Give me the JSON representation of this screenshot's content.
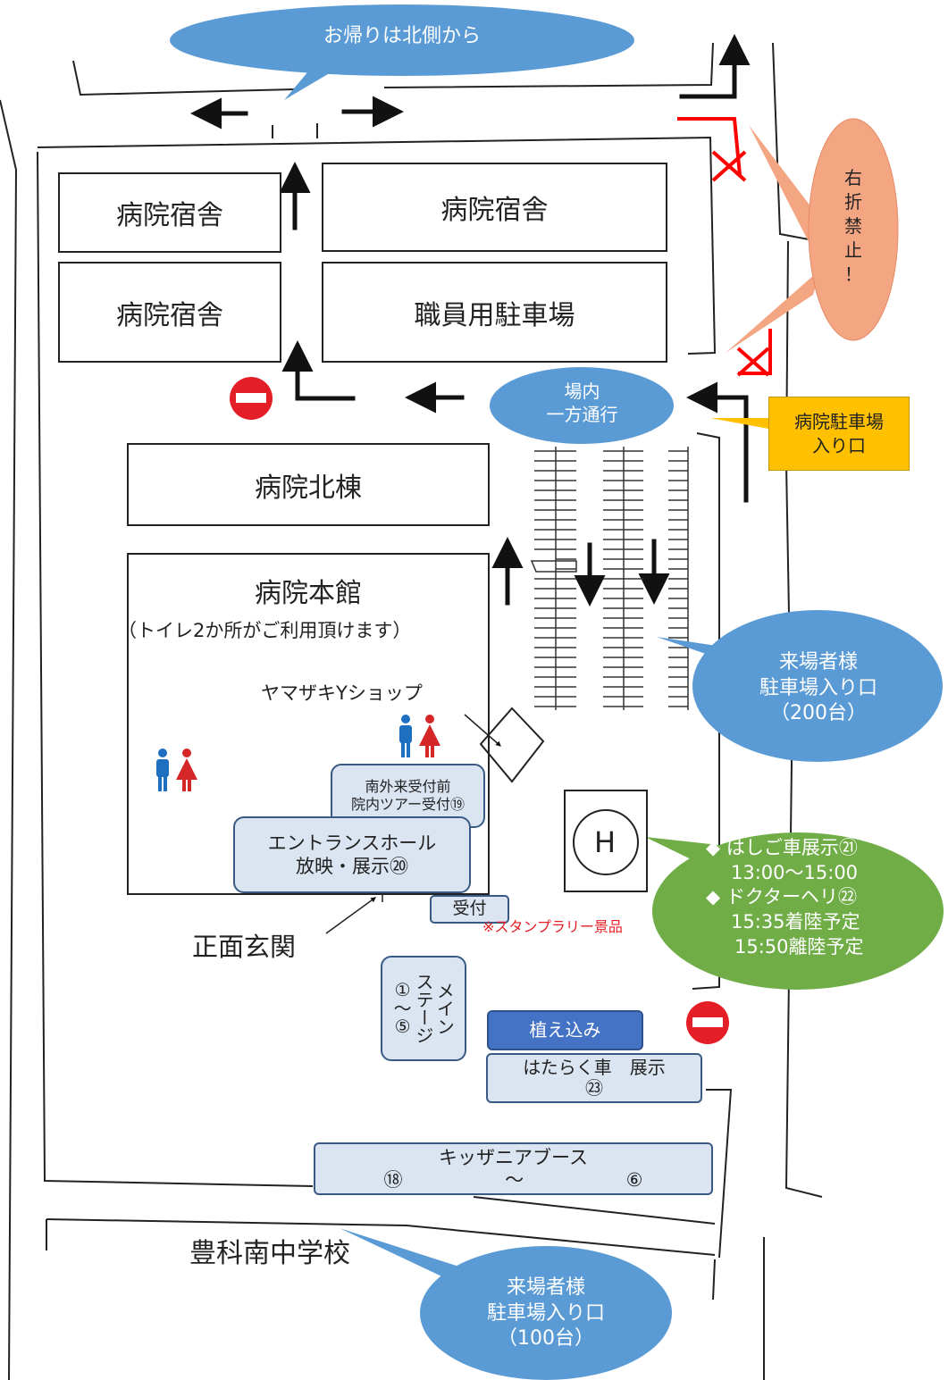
{
  "callouts": {
    "exit_north": "お帰りは北側から",
    "no_right_turn": [
      "右",
      "折",
      "禁",
      "止",
      "！"
    ],
    "hospital_parking_entrance": [
      "病院駐車場",
      "入り口"
    ],
    "one_way": [
      "場内",
      "一方通行"
    ],
    "visitor_parking_200": [
      "来場者様",
      "駐車場入り口",
      "（200台）"
    ],
    "visitor_parking_100": [
      "来場者様",
      "駐車場入り口",
      "（100台）"
    ],
    "heli": [
      "◆ はしご車展示㉑",
      "13:00～15:00",
      "◆ ドクターヘリ㉒",
      "15:35着陸予定",
      "15:50離陸予定"
    ]
  },
  "buildings": {
    "dorm_1": "病院宿舎",
    "dorm_2": "病院宿舎",
    "dorm_3": "病院宿舎",
    "staff_parking": "職員用駐車場",
    "north_wing": "病院北棟",
    "main_building": "病院本館",
    "toilet_note": "（トイレ2か所がご利用頂けます）",
    "shop": "ヤマザキYショップ"
  },
  "booths": {
    "tour_desk": [
      "南外来受付前",
      "院内ツアー受付⑲"
    ],
    "entrance_hall": [
      "エントランスホール",
      "放映・展示⑳"
    ],
    "reception": "受付",
    "stamp_note": "※スタンプラリー景品",
    "main_entrance": "正面玄関",
    "main_stage": [
      "メイン",
      "ステージ",
      "①",
      "～",
      "⑤"
    ],
    "planting": "植え込み",
    "vehicles": [
      "はたらく車　展示",
      "㉓"
    ],
    "kidzania": [
      "キッザニアブース",
      "⑱",
      "～",
      "⑥"
    ],
    "school": "豊科南中学校",
    "heliport": "H"
  },
  "colors": {
    "blue_bubble": "#5b9bd5",
    "salmon_bubble": "#f4a582",
    "yellow_box": "#ffc000",
    "green_bubble": "#70ad47",
    "booth_fill": "#dbe5f1",
    "planting_fill": "#4472c4",
    "no_entry_red": "#e41e26",
    "restriction_red": "#ff0000"
  },
  "icons": [
    "no-entry-sign-icon",
    "restroom-icon",
    "one-way-arrow-icon",
    "heliport-icon"
  ]
}
